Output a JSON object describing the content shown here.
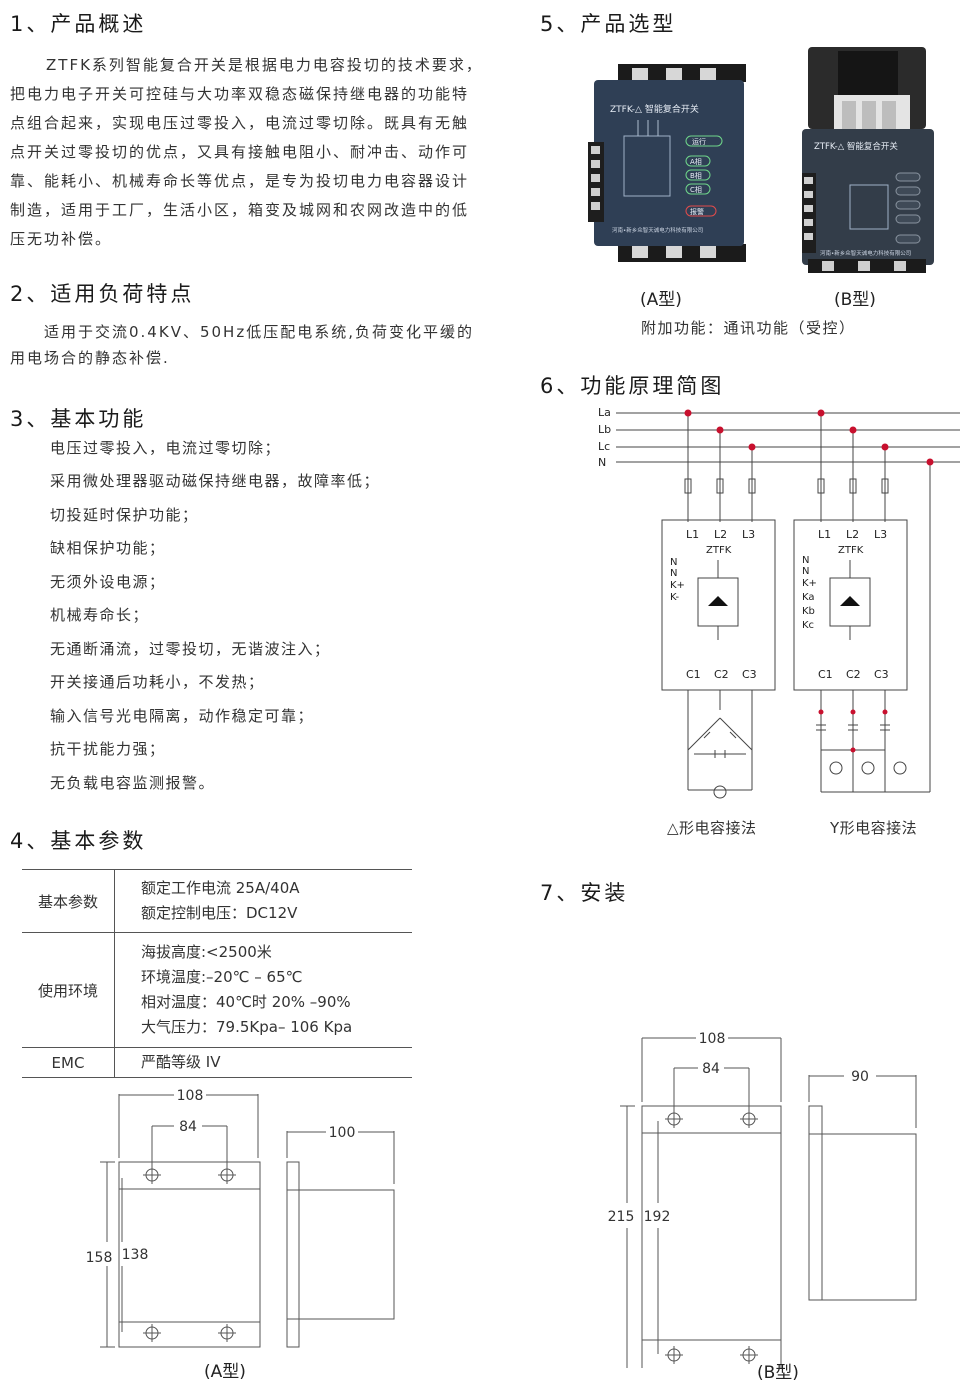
{
  "s1": {
    "title": "1、产品概述",
    "body": "ZTFK系列智能复合开关是根据电力电容投切的技术要求，把电力电子开关可控硅与大功率双稳态磁保持继电器的功能特点组合起来，实现电压过零投入，电流过零切除。既具有无触点开关过零投切的优点，又具有接触电阻小、耐冲击、动作可靠、能耗小、机械寿命长等优点，是专为投切电力电容器设计制造，适用于工厂，生活小区，箱变及城网和农网改造中的低压无功补偿。"
  },
  "s2": {
    "title": "2、适用负荷特点",
    "body": "适用于交流0.4KV、50Hz低压配电系统,负荷变化平缓的用电场合的静态补偿."
  },
  "s3": {
    "title": "3、基本功能",
    "items": [
      "电压过零投入，电流过零切除；",
      "采用微处理器驱动磁保持继电器，故障率低；",
      "切投延时保护功能；",
      "缺相保护功能；",
      "无须外设电源；",
      "机械寿命长；",
      "无通断涌流，过零投切，无谐波注入；",
      "开关接通后功耗小，不发热；",
      "输入信号光电隔离，动作稳定可靠；",
      "抗干扰能力强；",
      "无负载电容监测报警。"
    ]
  },
  "s4": {
    "title": "4、基本参数",
    "rows": [
      {
        "key": "基本参数",
        "lines": [
          "额定工作电流 25A/40A",
          "额定控制电压：DC12V"
        ]
      },
      {
        "key": "使用环境",
        "lines": [
          "海拔高度:<2500米",
          "环境温度:–20℃ – 65℃",
          "相对温度：40℃时 20% –90%",
          "大气压力：79.5Kpa– 106 Kpa"
        ]
      },
      {
        "key": "EMC",
        "lines": [
          "严酷等级 IV"
        ]
      }
    ],
    "dims": {
      "outer_w": "108",
      "hole_w": "84",
      "outer_h": "158",
      "hole_h": "138",
      "depth": "100"
    },
    "caption": "(A型)"
  },
  "s5": {
    "title": "5、产品选型",
    "photo_a": {
      "label": "ZTFK-△ 智能复合开关",
      "buttons": [
        "运行",
        "A相",
        "B相",
        "C相",
        "报警"
      ],
      "company": "河南•新乡众智天诚电力科技有限公司",
      "caption": "(A型)"
    },
    "photo_b": {
      "label": "ZTFK-△ 智能复合开关",
      "company": "河南•新乡众智天诚电力科技有限公司",
      "caption": "(B型)"
    },
    "extra": "附加功能：通讯功能（受控）"
  },
  "s6": {
    "title": "6、功能原理简图",
    "lines": [
      "La",
      "Lb",
      "Lc",
      "N"
    ],
    "boxA": {
      "top": [
        "L1",
        "L2",
        "L3"
      ],
      "model": "ZTFK",
      "side": [
        "N",
        "N",
        "K+",
        "K-"
      ],
      "bottom": [
        "C1",
        "C2",
        "C3"
      ]
    },
    "boxB": {
      "top": [
        "L1",
        "L2",
        "L3"
      ],
      "model": "ZTFK",
      "side": [
        "N",
        "N",
        "K+",
        "Ka",
        "Kb",
        "Kc"
      ],
      "bottom": [
        "C1",
        "C2",
        "C3"
      ]
    },
    "caption_a": "△形电容接法",
    "caption_b": "Y形电容接法",
    "colors": {
      "node": "#c8102e",
      "line": "#444444"
    }
  },
  "s7": {
    "title": "7、安装",
    "dims": {
      "outer_w": "108",
      "hole_w": "84",
      "outer_h": "215",
      "hole_h": "192",
      "depth": "90"
    },
    "caption": "(B型)"
  }
}
